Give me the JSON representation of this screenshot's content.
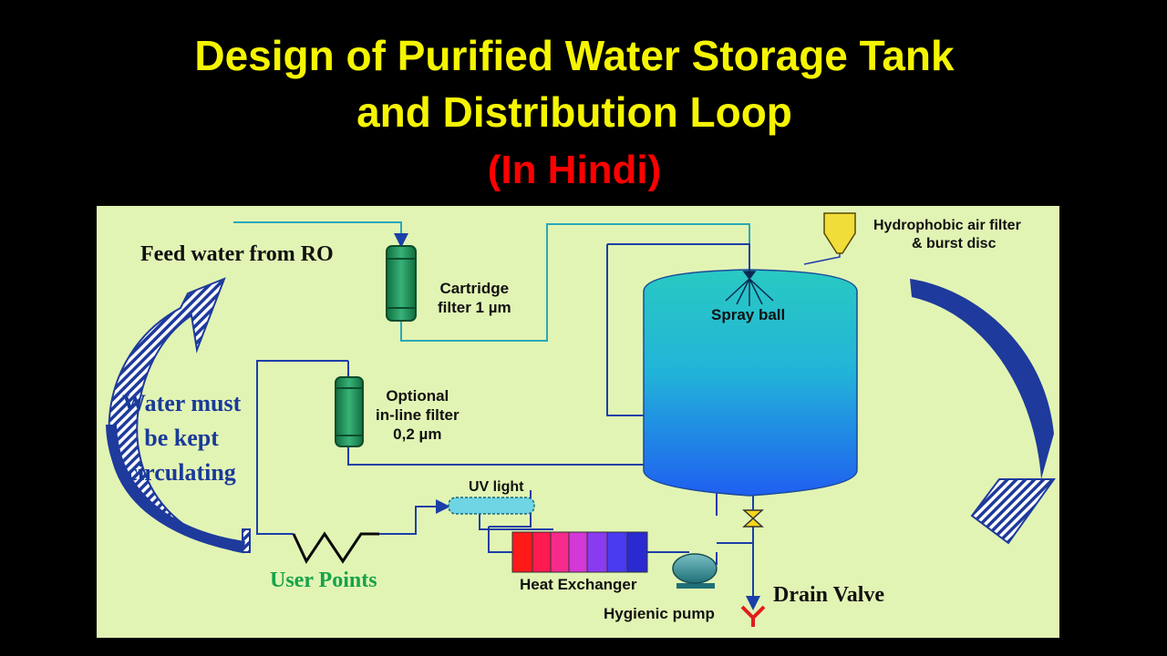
{
  "title": {
    "line1": "Design of Purified Water Storage Tank",
    "line2": "and Distribution Loop",
    "line3": "(In Hindi)"
  },
  "diagram": {
    "feed_water": "Feed water from RO",
    "cartridge_filter": [
      "Cartridge",
      "filter 1 µm"
    ],
    "optional_filter": [
      "Optional",
      "in-line filter",
      "0,2 µm"
    ],
    "spray_ball": "Spray ball",
    "air_filter": [
      "Hydrophobic air filter",
      "& burst disc"
    ],
    "circulation_note": [
      "Water must",
      "be kept",
      "circulating"
    ],
    "uv_light": "UV light",
    "heat_exchanger": "Heat Exchanger",
    "hygienic_pump": "Hygienic pump",
    "drain_valve": "Drain Valve",
    "user_points": "User Points"
  },
  "colors": {
    "title_yellow": "#f5f500",
    "title_red": "#ff0000",
    "panel_bg": "#e2f4b4",
    "pipe_blue": "#1b3fa8",
    "pipe_cyan": "#2aa8b8",
    "filter_green": "#1f8f57",
    "arrow_blue": "#1e3a9c",
    "note_blue": "#1a3a9a",
    "user_points_green": "#16a34a",
    "drain_red": "#e11d1d",
    "hopper_yellow": "#f0dd3a"
  },
  "icons": {
    "filter": "cartridge-filter-icon",
    "tank": "storage-tank-icon",
    "spray": "spray-ball-icon",
    "air_filter": "air-filter-hopper-icon",
    "uv": "uv-lamp-icon",
    "heat_exchanger": "heat-exchanger-icon",
    "pump": "pump-icon",
    "valve": "valve-icon",
    "drain": "drain-icon",
    "circulation_arrow": "circulation-arrow-icon"
  }
}
